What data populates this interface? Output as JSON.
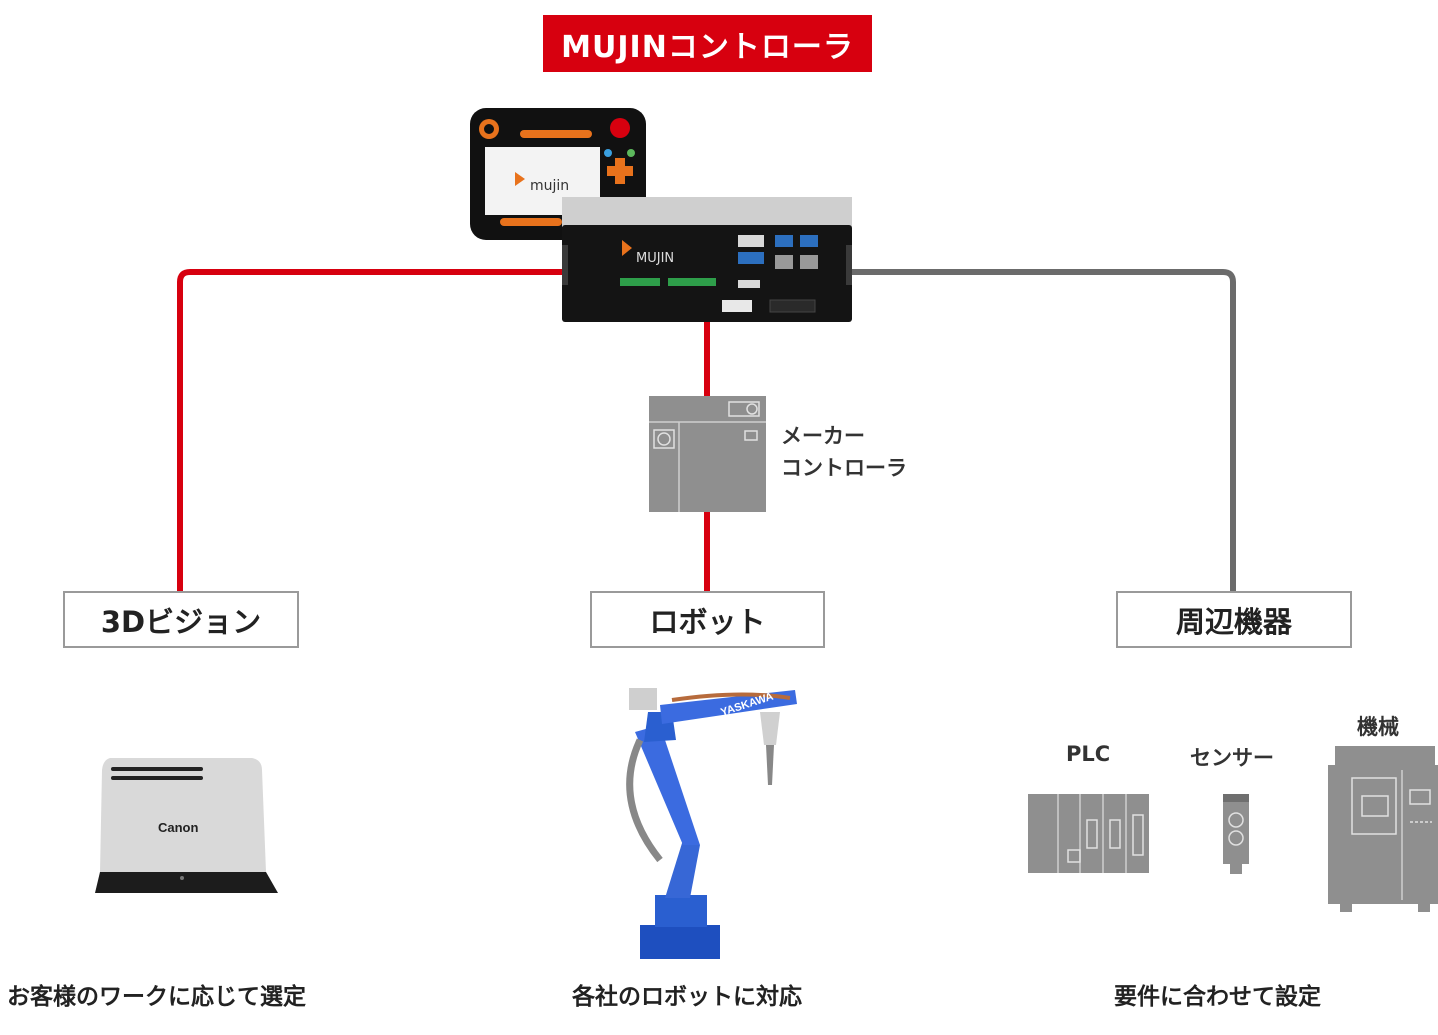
{
  "title": "MUJINコントローラ",
  "maker_controller": {
    "line1": "メーカー",
    "line2": "コントローラ"
  },
  "categories": {
    "vision": "3Dビジョン",
    "robot": "ロボット",
    "peripheral": "周辺機器"
  },
  "captions": {
    "vision": "お客様のワークに応じて選定",
    "robot": "各社のロボットに対応",
    "peripheral": "要件に合わせて設定"
  },
  "peripheral_items": {
    "plc": "PLC",
    "sensor": "センサー",
    "machine": "機械"
  },
  "device_labels": {
    "pendant_logo": "mujin",
    "controller_logo": "MUJIN",
    "camera_brand": "Canon",
    "robot_brand": "YASKAWA"
  },
  "colors": {
    "accent": "#d7000f",
    "line_gray": "#6b6b6b",
    "device_gray": "#8f8f8f"
  }
}
